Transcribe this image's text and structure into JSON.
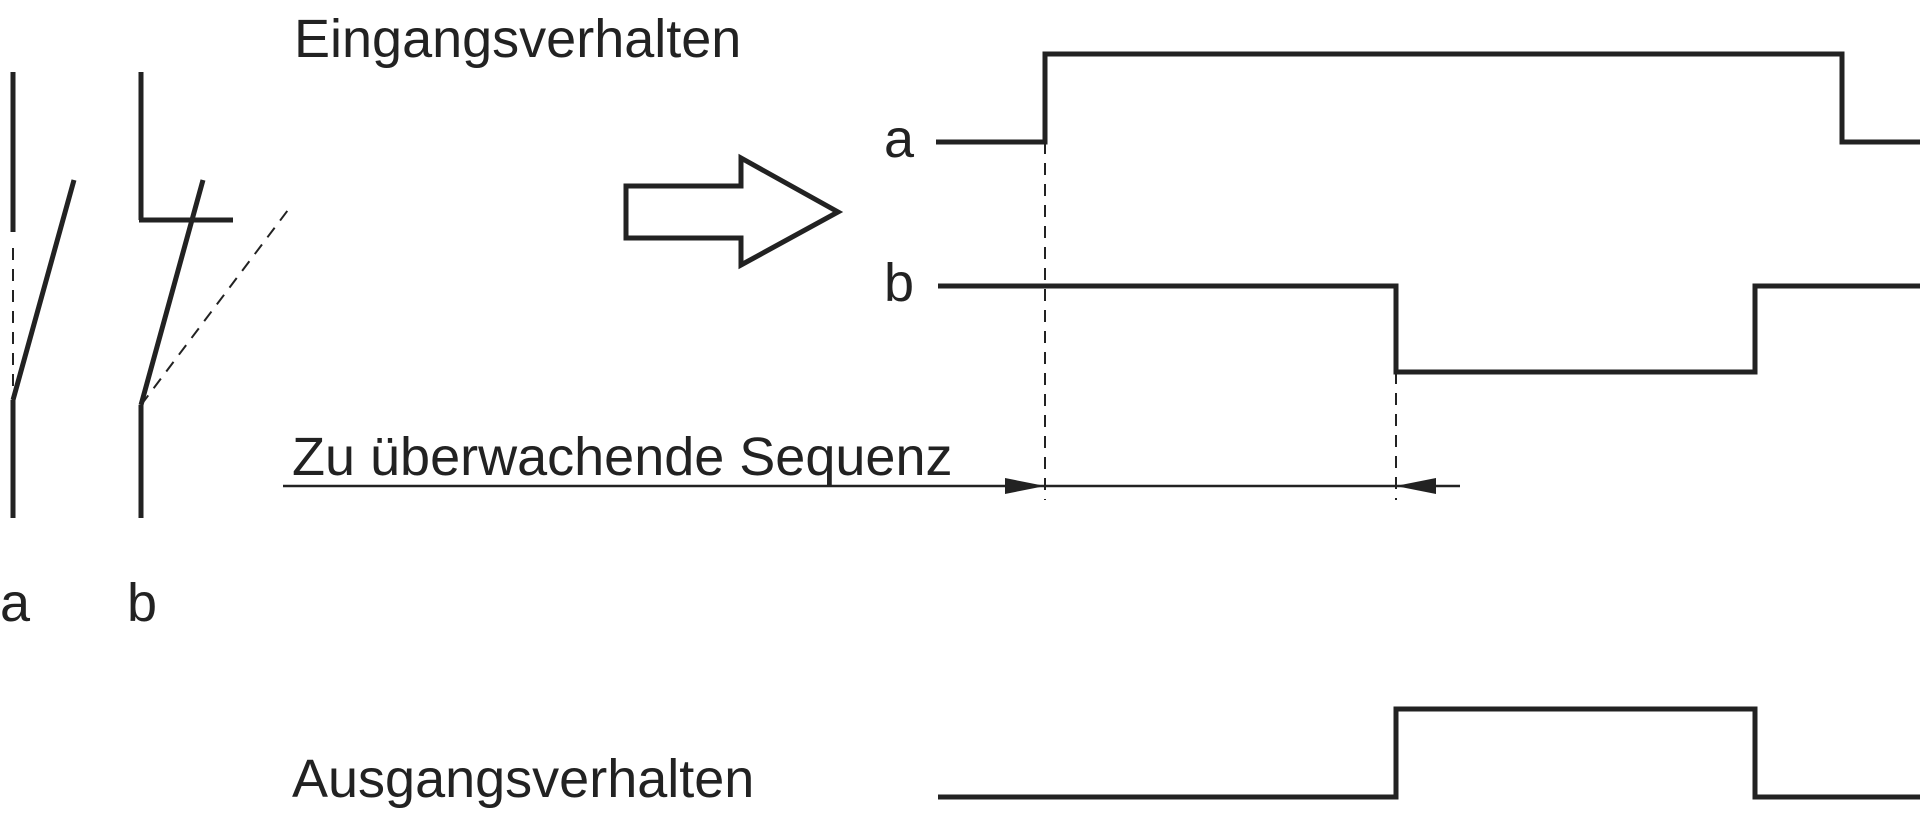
{
  "headings": {
    "input": "Eingangsverhalten",
    "sequence": "Zu überwachende Sequenz",
    "output": "Ausgangsverhalten"
  },
  "contacts": {
    "a": "a",
    "b": "b"
  },
  "signals": {
    "a": "a",
    "b": "b"
  },
  "colors": {
    "stroke": "#222222",
    "background": "#ffffff"
  },
  "icons": {
    "arrow": "hollow-right-arrow"
  }
}
